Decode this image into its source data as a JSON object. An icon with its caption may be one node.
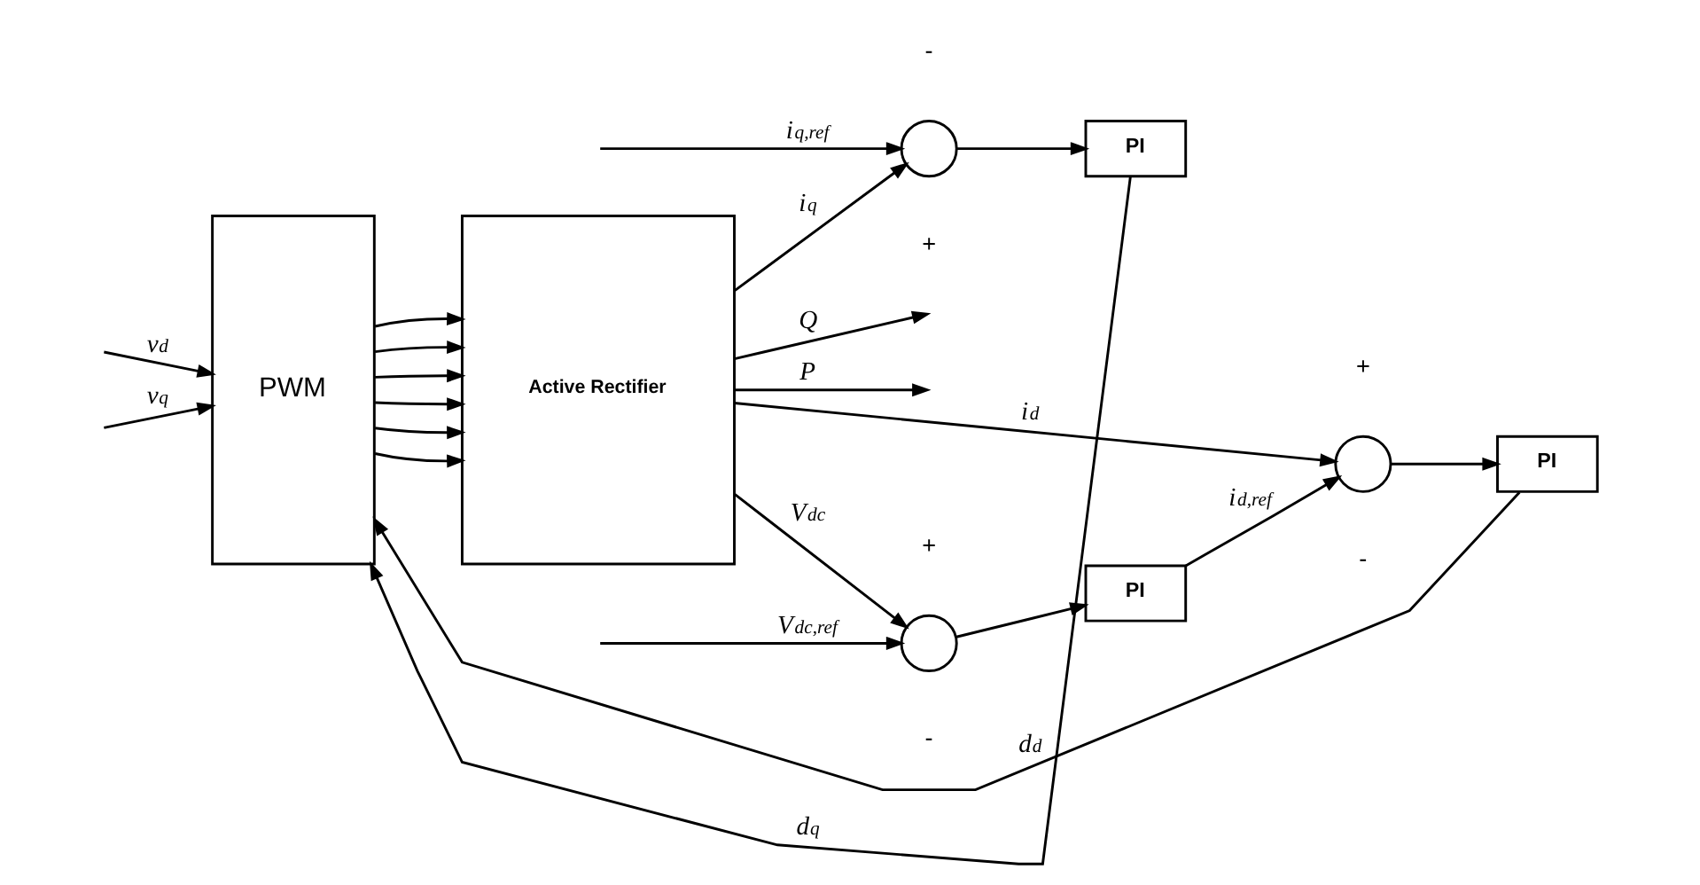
{
  "diagram": {
    "nodes": [
      {
        "text": [
          "PWM"
        ]
      },
      {
        "text": [
          "Active Rectifier"
        ]
      },
      {
        "text": [],
        "shape": "circle"
      },
      {
        "text": [
          "PI"
        ]
      },
      {
        "text": [],
        "shape": "circle"
      },
      {
        "text": [
          "PI"
        ]
      },
      {
        "text": [],
        "shape": "circle"
      },
      {
        "text": [
          "PI"
        ]
      }
    ],
    "edges": [
      {
        "from": 7,
        "to": 0,
        "label": "d$_{q}$",
        "arrow": "to"
      },
      {
        "from": 5,
        "to": 0,
        "label": "d$_{d}$",
        "arrow": "to"
      },
      {
        "from": null,
        "to": 2,
        "label": "V$_{dc,ref}$",
        "arrow": "to"
      },
      {
        "from": 2,
        "to": 3,
        "arrow": "to"
      },
      {
        "from": 3,
        "to": 4,
        "label": "i$_{d,ref}$",
        "arrow": "to"
      },
      {
        "from": 4,
        "to": 5,
        "arrow": "to"
      },
      {
        "from": 0,
        "to": 1,
        "arrow": "to"
      },
      {
        "from": 0,
        "to": 1,
        "arrow": "to"
      },
      {
        "from": 0,
        "to": 1,
        "arrow": "to"
      },
      {
        "from": 0,
        "to": 1,
        "arrow": "to"
      },
      {
        "from": 0,
        "to": 1,
        "arrow": "to"
      },
      {
        "from": 0,
        "to": 1,
        "arrow": "to"
      },
      {
        "from": 1,
        "to": 2,
        "label": "V$_{dc}$",
        "arrow": "to"
      },
      {
        "from": 1,
        "to": 4,
        "label": "i$_{d}$",
        "arrow": "to"
      },
      {
        "from": 1,
        "to": 6,
        "label": "i$_{q}$",
        "arrow": "to"
      },
      {
        "from": 1,
        "to": null,
        "label": "Q",
        "arrow": "to"
      },
      {
        "from": 1,
        "to": null,
        "label": "P",
        "arrow": "to"
      },
      {
        "from": null,
        "to": 6,
        "label": "i$_{q,ref}$",
        "arrow": "to"
      },
      {
        "from": 6,
        "to": 7,
        "arrow": "to"
      },
      {
        "from": null,
        "to": 0,
        "label": "v$_{d}$",
        "arrow": "to"
      },
      {
        "from": null,
        "to": 0,
        "label": "v$_{q}$",
        "arrow": "to"
      }
    ],
    "labels": [
      "+",
      "-",
      "+",
      "-",
      "-",
      "+"
    ]
  }
}
